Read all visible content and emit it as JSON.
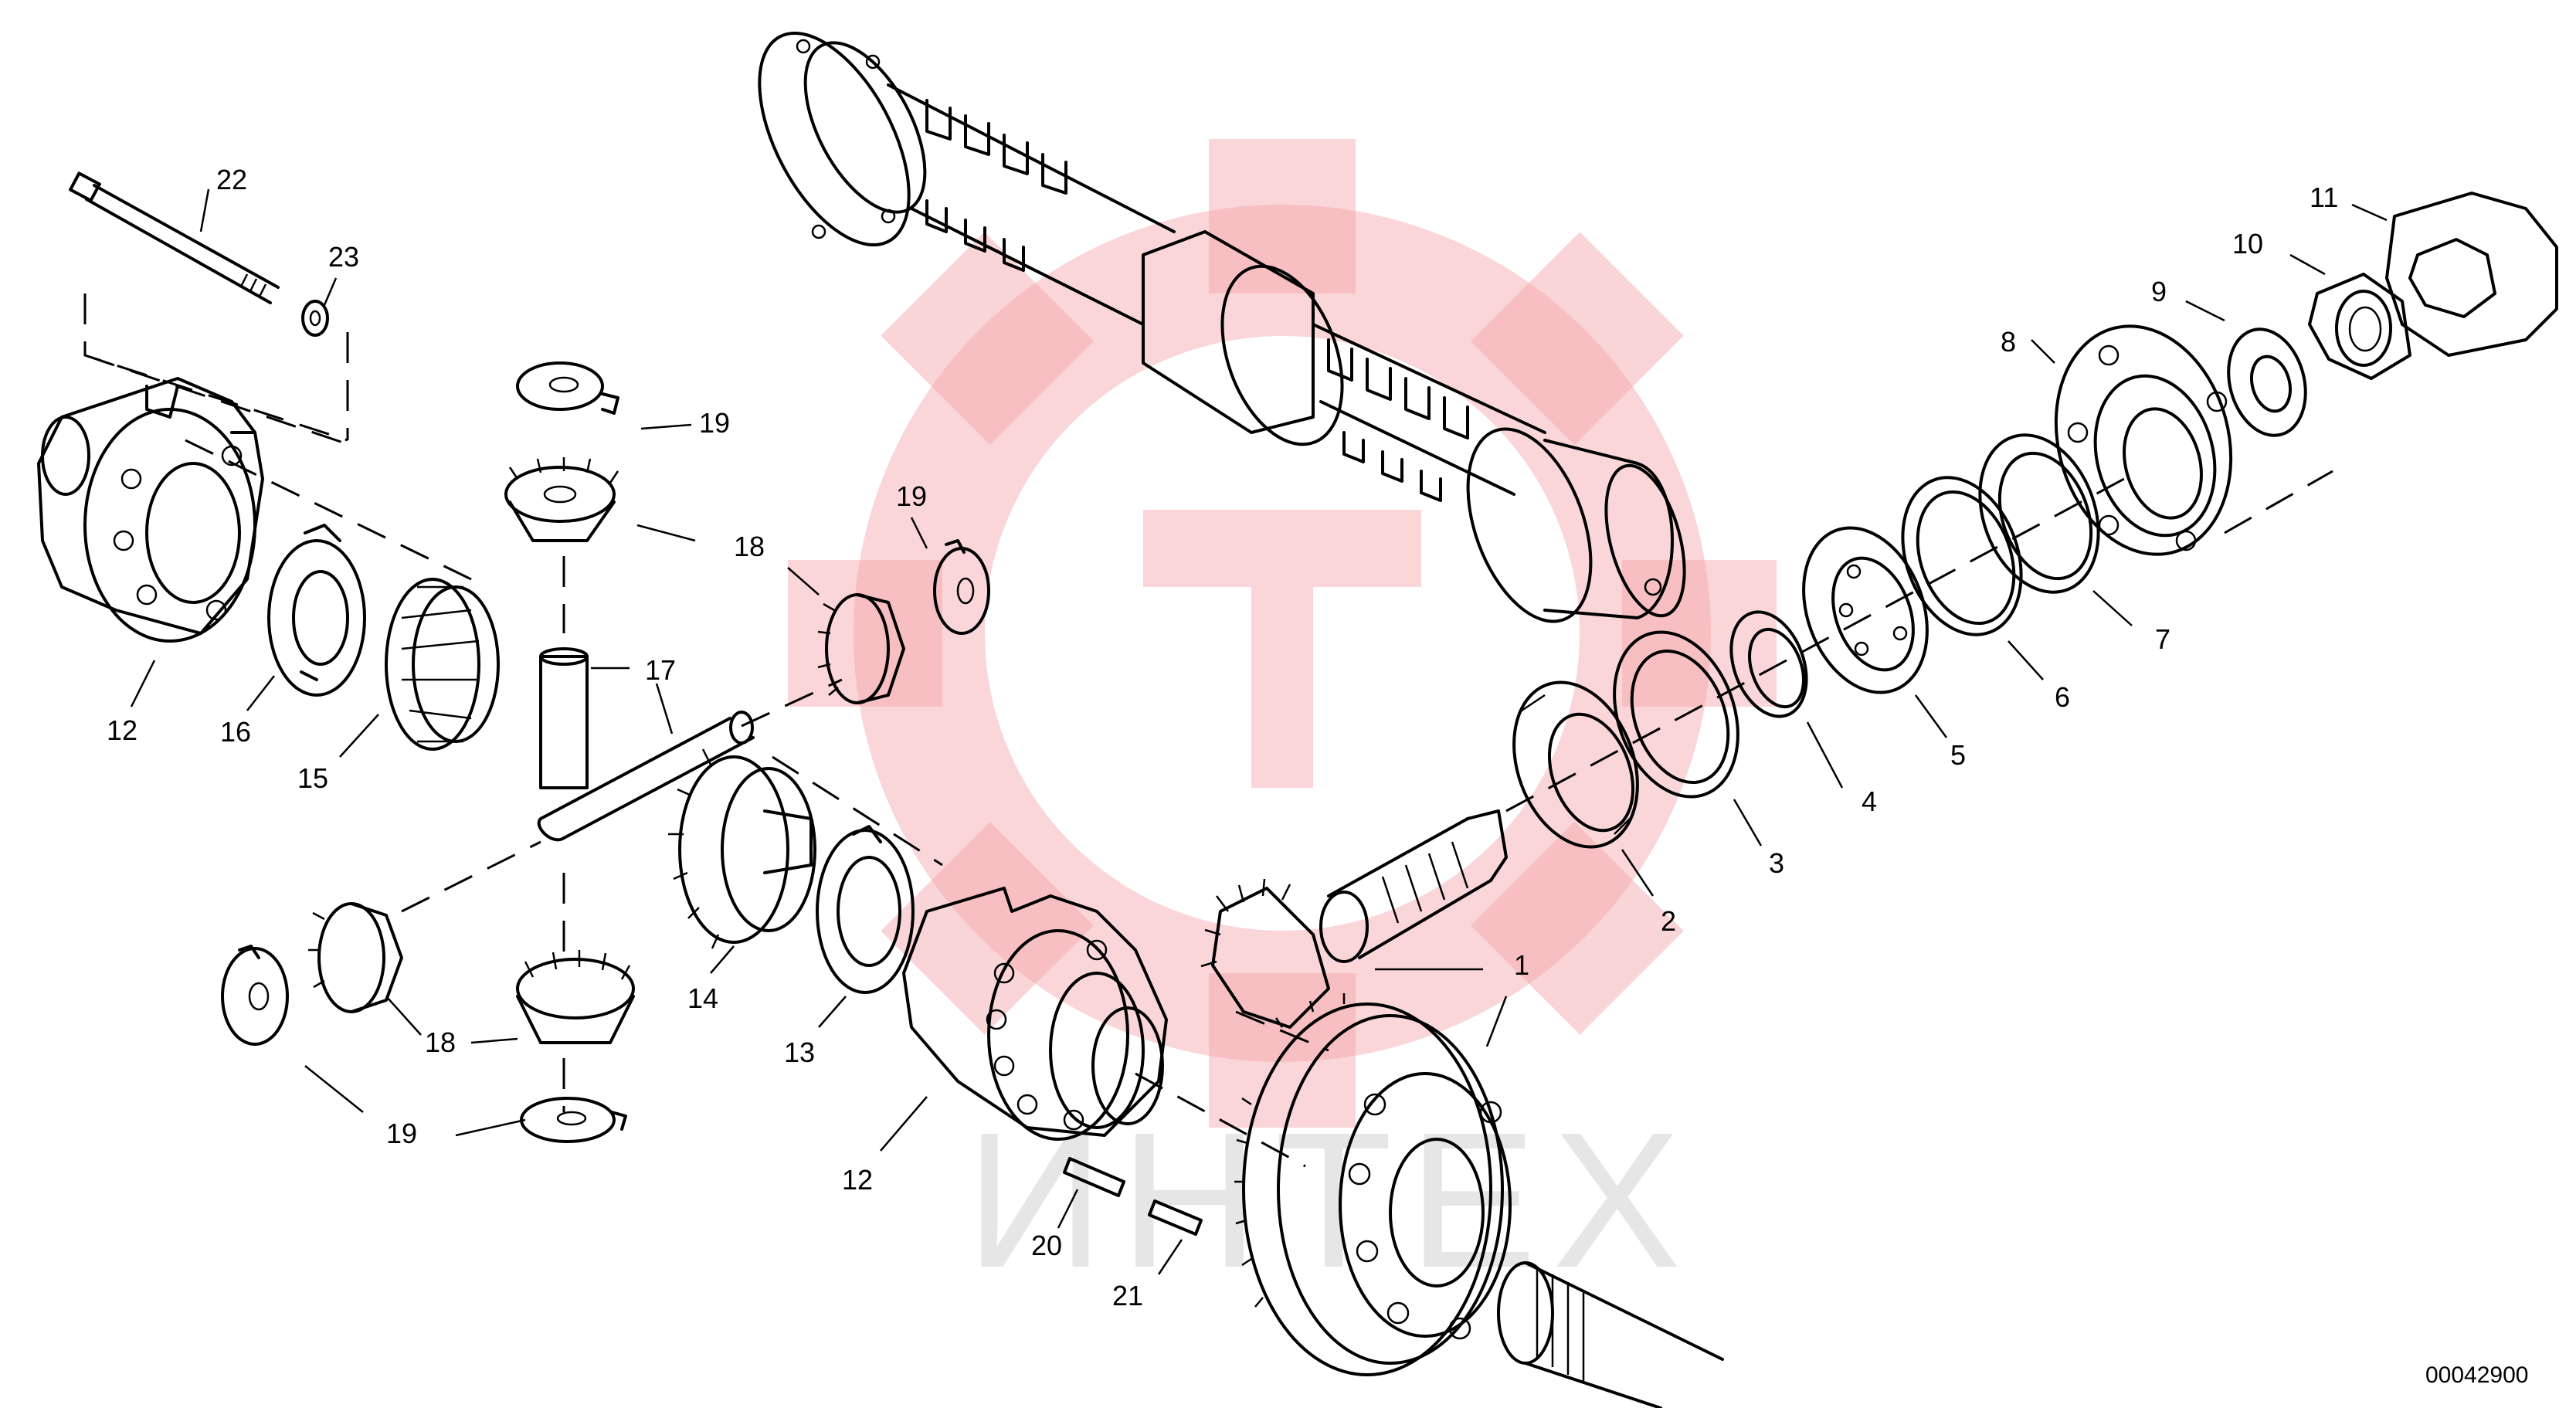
{
  "drawing_number": "00042900",
  "watermark_text": "ИНТЕХ",
  "watermark_color": "#f5a3a8",
  "line_color": "#000000",
  "callouts": [
    "1",
    "2",
    "3",
    "4",
    "5",
    "6",
    "7",
    "8",
    "9",
    "10",
    "11",
    "12",
    "12",
    "13",
    "14",
    "15",
    "16",
    "17",
    "18",
    "18",
    "19",
    "19",
    "19",
    "20",
    "21",
    "22",
    "23"
  ]
}
